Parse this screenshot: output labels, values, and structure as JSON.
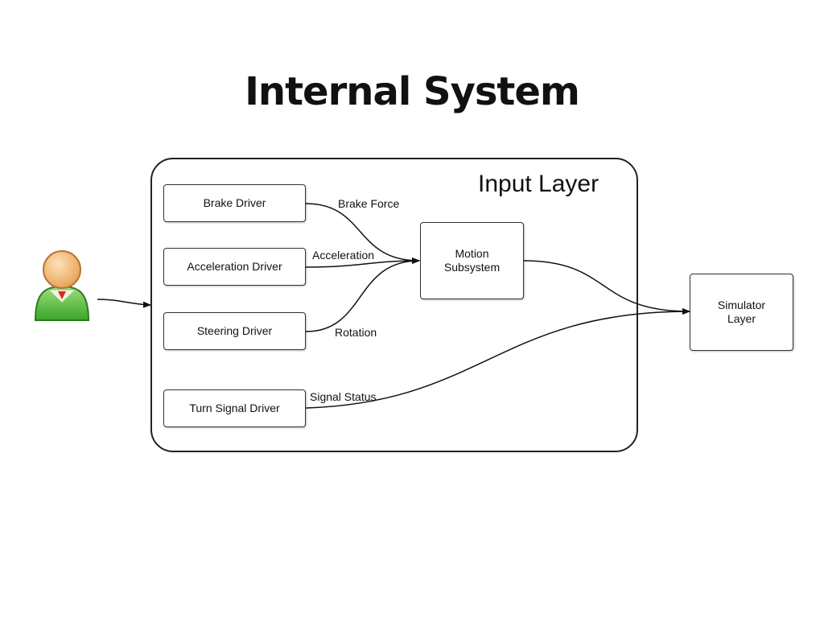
{
  "title": "Internal System",
  "container": {
    "label": "Input Layer"
  },
  "nodes": {
    "brake_driver": "Brake Driver",
    "acceleration_driver": "Acceleration Driver",
    "steering_driver": "Steering Driver",
    "turn_signal_driver": "Turn Signal Driver",
    "motion_subsystem": [
      "Motion",
      "Subsystem"
    ],
    "simulator_layer": [
      "Simulator",
      "Layer"
    ]
  },
  "edges": {
    "brake_force": "Brake Force",
    "acceleration": "Acceleration",
    "rotation": "Rotation",
    "signal_status": "Signal Status"
  },
  "actor": {
    "icon": "user-icon"
  }
}
